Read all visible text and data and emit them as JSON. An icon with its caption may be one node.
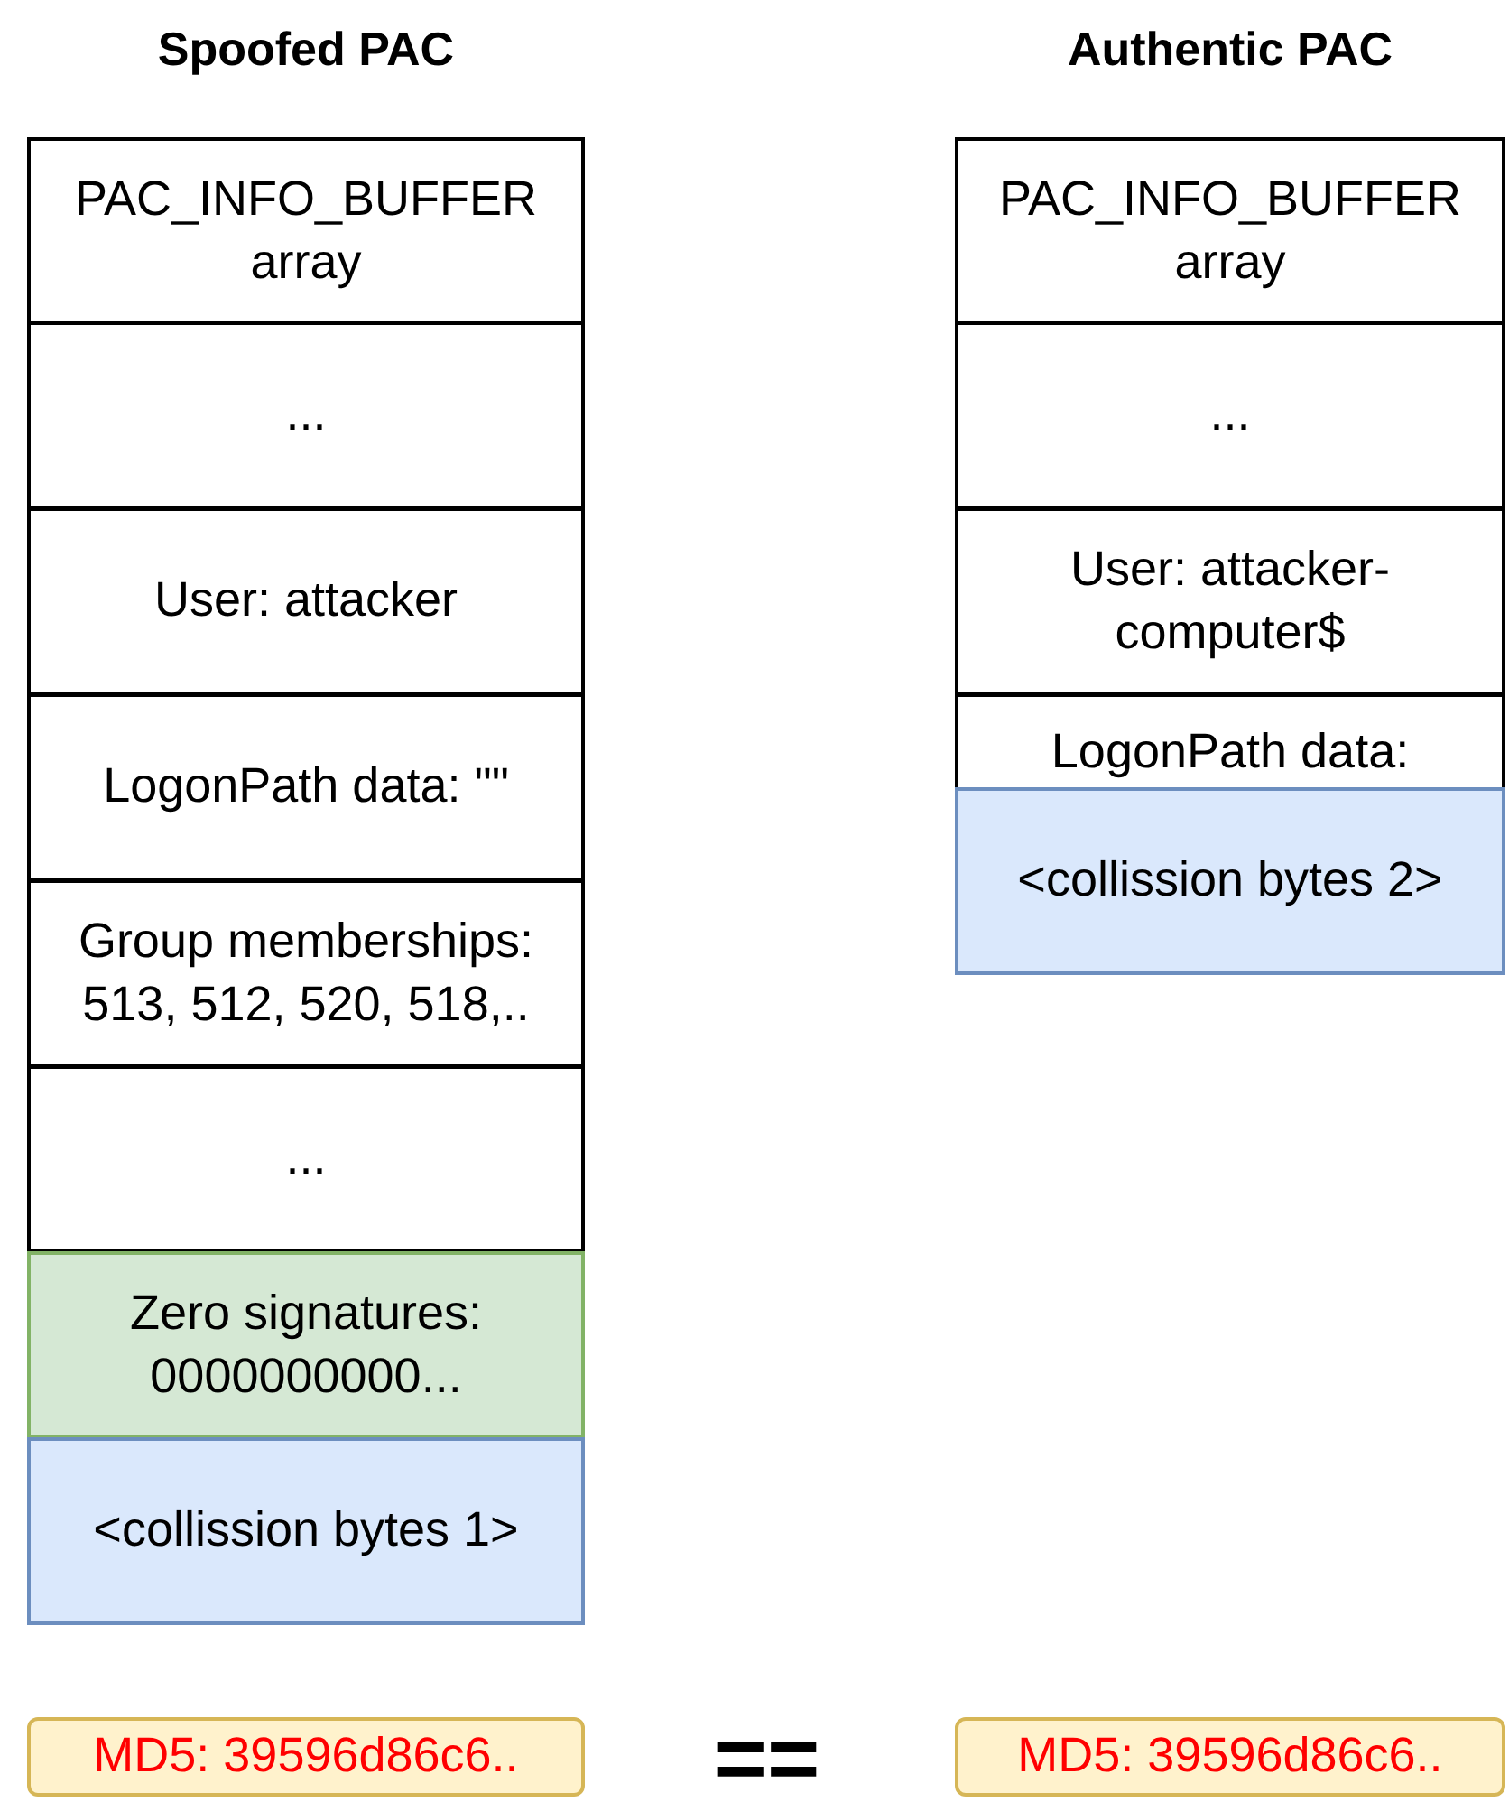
{
  "diagram": {
    "nodes": [
      {
        "text": [
          "PAC_INFO_BUFFER array"
        ]
      },
      {
        "text": [
          "..."
        ]
      },
      {
        "text": [
          "User: attacker"
        ]
      },
      {
        "text": [
          "LogonPath data: \"\""
        ]
      },
      {
        "text": [
          "Group memberships: 513, 512, 520, 518,.."
        ]
      },
      {
        "text": [
          "..."
        ]
      },
      {
        "text": [
          "Zero signatures: 0000000000..."
        ]
      },
      {
        "text": [
          "<collission bytes 1>"
        ]
      },
      {
        "text": [
          "PAC_INFO_BUFFER array"
        ]
      },
      {
        "text": [
          "..."
        ]
      },
      {
        "text": [
          "User: attacker-computer$"
        ]
      },
      {
        "text": [
          "LogonPath data:"
        ]
      },
      {
        "text": [
          "<collission bytes 2>"
        ]
      },
      {
        "text": [
          "MD5: 39596d86c6.."
        ]
      },
      {
        "text": [
          "MD5: 39596d86c6.."
        ]
      }
    ],
    "labels": [
      "Spoofed PAC",
      "Authentic PAC",
      "=="
    ]
  }
}
